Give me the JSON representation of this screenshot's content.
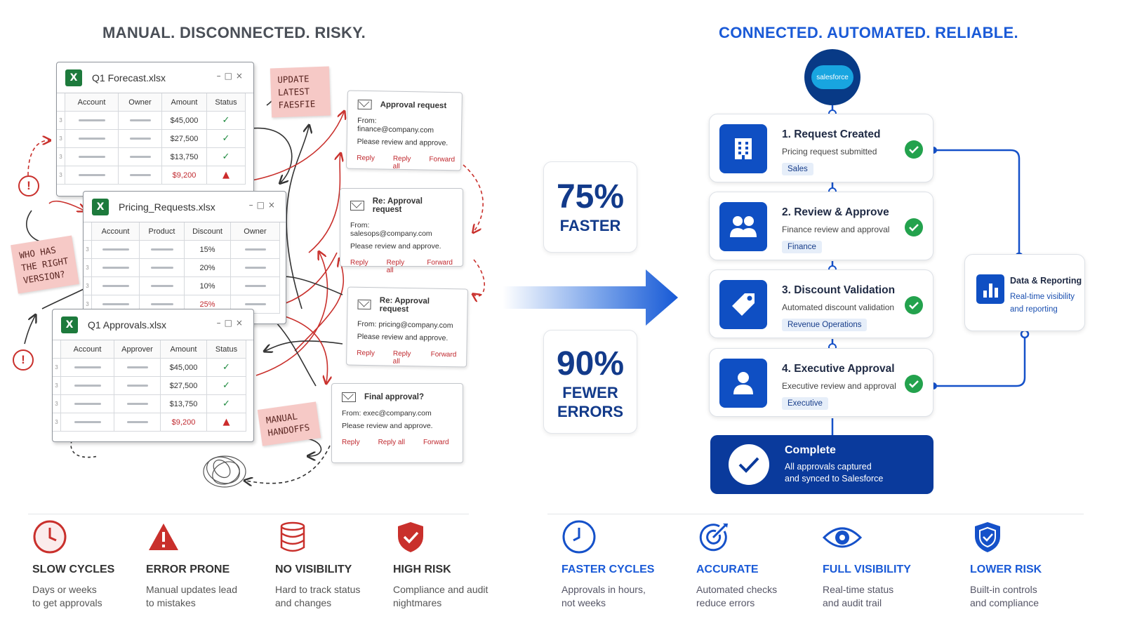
{
  "colors": {
    "accent_blue": "#1a5ad7",
    "navy": "#0a3a9c",
    "risk_red": "#c9302c",
    "success_green": "#23a24d",
    "excel_green": "#1d7a3c"
  },
  "left": {
    "title": "MANUAL. DISCONNECTED. RISKY.",
    "sheets": [
      {
        "name": "Q1 Forecast.xlsx",
        "columns": [
          "Account",
          "Owner",
          "Amount",
          "Status"
        ],
        "amounts": [
          "$45,000",
          "$27,500",
          "$13,750",
          "$9,200"
        ],
        "status": [
          "check",
          "check",
          "check",
          "warning"
        ]
      },
      {
        "name": "Pricing_Requests.xlsx",
        "columns": [
          "Account",
          "Product",
          "Discount",
          "Owner"
        ],
        "discounts": [
          "15%",
          "20%",
          "10%",
          "25%"
        ]
      },
      {
        "name": "Q1 Approvals.xlsx",
        "columns": [
          "Account",
          "Approver",
          "Amount",
          "Status"
        ],
        "amounts": [
          "$45,000",
          "$27,500",
          "$13,750",
          "$9,200"
        ],
        "status": [
          "check",
          "check",
          "check",
          "warning"
        ]
      }
    ],
    "notes": [
      "UPDATE LATEST FAESFIE",
      "WHO HAS THE RIGHT VERSION?",
      "MANUAL HANDOFFS"
    ],
    "emails": [
      {
        "subject": "Approval request",
        "from": "From:  finance@company.com",
        "body": "Please review and approve."
      },
      {
        "subject": "Re: Approval request",
        "from": "From:  salesops@company.com",
        "body": "Please review and approve."
      },
      {
        "subject": "Re: Approval request",
        "from": "From:  pricing@company.com",
        "body": "Please review and approve."
      },
      {
        "subject": "Final approval?",
        "from": "From:  exec@company.com",
        "body": "Please review and approve."
      }
    ],
    "email_actions": {
      "reply": "Reply",
      "reply_all": "Reply all",
      "forward": "Forward"
    },
    "alert_symbol": "!"
  },
  "stats": [
    {
      "value": "75%",
      "label": "FASTER"
    },
    {
      "value": "90%",
      "label_line1": "FEWER",
      "label_line2": "ERRORS"
    }
  ],
  "right": {
    "title": "CONNECTED. AUTOMATED. RELIABLE.",
    "logo_text": "salesforce",
    "steps": [
      {
        "title": "1. Request Created",
        "desc": "Pricing request submitted",
        "tag": "Sales",
        "icon": "building-icon"
      },
      {
        "title": "2. Review & Approve",
        "desc": "Finance review and approval",
        "tag": "Finance",
        "icon": "users-icon"
      },
      {
        "title": "3. Discount Validation",
        "desc": "Automated discount validation",
        "tag": "Revenue Operations",
        "icon": "tag-icon"
      },
      {
        "title": "4. Executive Approval",
        "desc": "Executive review and approval",
        "tag": "Executive",
        "icon": "user-icon"
      }
    ],
    "complete": {
      "title": "Complete",
      "line1": "All approvals captured",
      "line2": "and synced to Salesforce"
    },
    "reporting": {
      "title": "Data & Reporting",
      "line1": "Real-time visibility",
      "line2": "and reporting"
    }
  },
  "bottom_left": [
    {
      "title": "SLOW CYCLES",
      "line1": "Days or weeks",
      "line2": "to get approvals",
      "icon": "clock-icon"
    },
    {
      "title": "ERROR PRONE",
      "line1": "Manual updates lead",
      "line2": "to mistakes",
      "icon": "warning-icon"
    },
    {
      "title": "NO VISIBILITY",
      "line1": "Hard to track status",
      "line2": "and changes",
      "icon": "database-icon"
    },
    {
      "title": "HIGH RISK",
      "line1": "Compliance and audit",
      "line2": "nightmares",
      "icon": "shield-check-icon"
    }
  ],
  "bottom_right": [
    {
      "title": "FASTER CYCLES",
      "line1": "Approvals in hours,",
      "line2": "not weeks",
      "icon": "clock-icon"
    },
    {
      "title": "ACCURATE",
      "line1": "Automated checks",
      "line2": "reduce errors",
      "icon": "target-icon"
    },
    {
      "title": "FULL VISIBILITY",
      "line1": "Real-time status",
      "line2": "and audit trail",
      "icon": "eye-icon"
    },
    {
      "title": "LOWER RISK",
      "line1": "Built-in controls",
      "line2": "and compliance",
      "icon": "shield-check-icon"
    }
  ]
}
